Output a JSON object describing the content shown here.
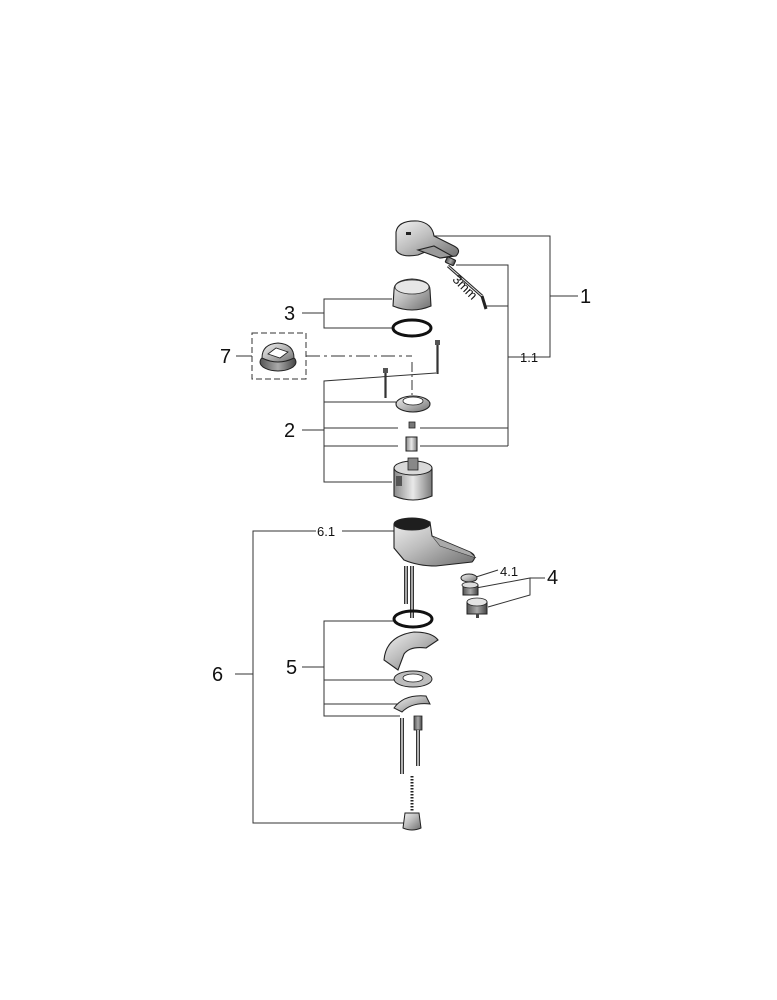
{
  "labels": {
    "l1": "1",
    "l1_1": "1.1",
    "l2": "2",
    "l3": "3",
    "l4": "4",
    "l4_1": "4.1",
    "l5": "5",
    "l6": "6",
    "l6_1": "6.1",
    "l7": "7",
    "tool": "3mm"
  }
}
